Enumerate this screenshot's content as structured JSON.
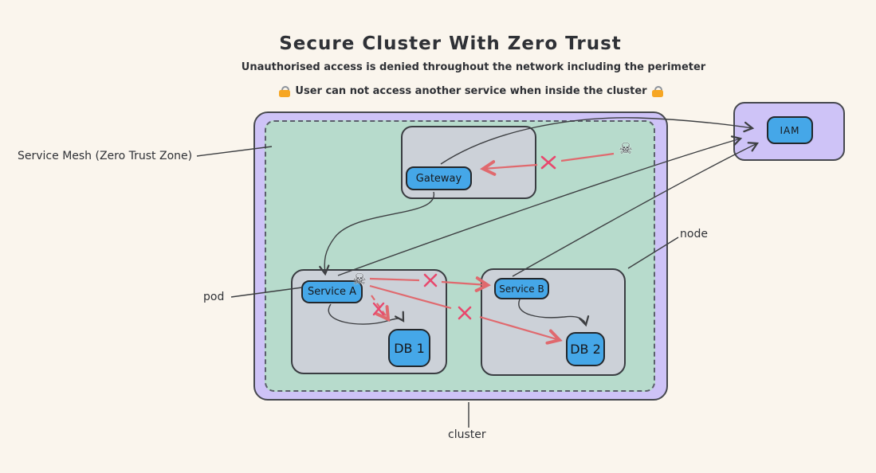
{
  "header": {
    "title": "Secure Cluster With Zero Trust",
    "subtitle": "Unauthorised access is denied throughout the network including the perimeter",
    "tagline": "User can not access another service when inside the cluster"
  },
  "annotations": {
    "service_mesh": "Service Mesh (Zero Trust Zone)",
    "pod": "pod",
    "node": "node",
    "cluster": "cluster"
  },
  "nodes": {
    "gateway": {
      "label": "Gateway"
    },
    "service_a": {
      "label": "Service A"
    },
    "service_b": {
      "label": "Service B"
    },
    "db1": {
      "label": "DB 1"
    },
    "db2": {
      "label": "DB 2"
    },
    "iam": {
      "label": "IAM"
    }
  },
  "icons": {
    "attacker": "☠",
    "lock": "lock-icon",
    "denied": "x-mark"
  },
  "edges": {
    "allowed": [
      {
        "from": "Gateway",
        "to": "IAM"
      },
      {
        "from": "Service A",
        "to": "IAM"
      },
      {
        "from": "Service B",
        "to": "IAM"
      },
      {
        "from": "Gateway",
        "to": "Service A"
      },
      {
        "from": "Service A",
        "to": "DB 1"
      },
      {
        "from": "Service B",
        "to": "DB 2"
      }
    ],
    "denied": [
      {
        "from": "attacker-outside",
        "to": "Gateway"
      },
      {
        "from": "attacker-in-service-a",
        "to": "Service B"
      },
      {
        "from": "attacker-in-service-a",
        "to": "DB 1"
      },
      {
        "from": "attacker-in-service-a",
        "to": "DB 2"
      }
    ]
  },
  "colors": {
    "background": "#faf5ed",
    "cluster_fill": "#cec3f7",
    "mesh_fill": "#b7dbcc",
    "node_fill": "#ccd1d8",
    "accent_blue": "#45a7e8",
    "denied_arrow": "#e0696e",
    "denied_x": "#e8486d",
    "line_dark": "#3d3f42"
  }
}
